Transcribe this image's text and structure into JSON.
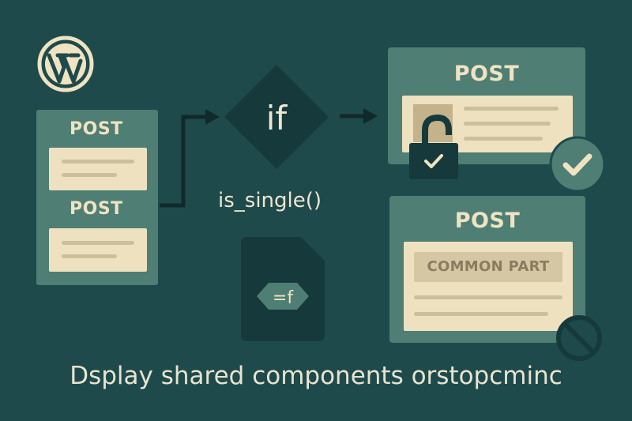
{
  "left_card": {
    "post_top": "POST",
    "post_bottom": "POST"
  },
  "decision": {
    "keyword": "if",
    "condition": "is_single()"
  },
  "file_badge": {
    "symbol": "=f"
  },
  "right_top_card": {
    "title": "POST"
  },
  "right_bottom_card": {
    "title": "POST",
    "common_part": "COMMON PART"
  },
  "caption": "Dsplay shared components orstopcminc",
  "colors": {
    "background": "#1f4a4c",
    "card": "#4e7e74",
    "cream": "#eee1bf",
    "dark": "#16393b",
    "check_green": "#4e7e74"
  },
  "icons": [
    "wordpress-logo-icon",
    "arrow-right-icon",
    "unlock-icon",
    "check-circle-icon",
    "no-entry-icon",
    "file-icon"
  ]
}
